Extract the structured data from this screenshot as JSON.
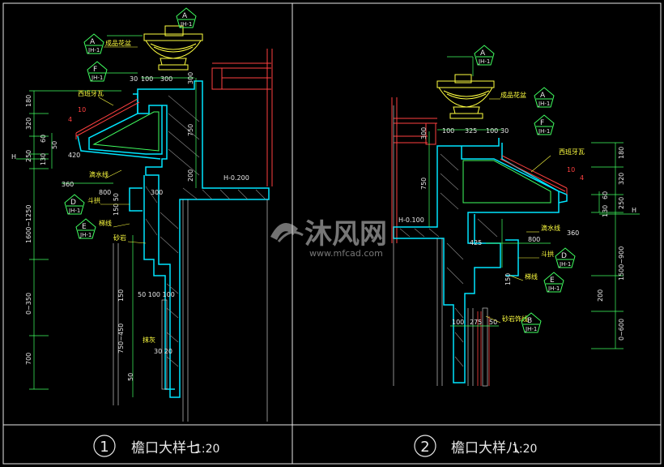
{
  "titles": {
    "left_number": "1",
    "left_title": "檐口大样七",
    "left_scale": "1:20",
    "right_number": "2",
    "right_title": "檐口大样八",
    "right_scale": "1:20"
  },
  "watermark": {
    "text": "沐风网",
    "url": "www.mfcad.com"
  },
  "detail_markers": {
    "A": {
      "letter": "A",
      "ref": "JH-1"
    },
    "B": {
      "letter": "B",
      "ref": "JH-1"
    },
    "D": {
      "letter": "D",
      "ref": "JH-1"
    },
    "E": {
      "letter": "E",
      "ref": "JH-1"
    },
    "F": {
      "letter": "F",
      "ref": "JH-1"
    }
  },
  "left_notes": {
    "flowerpot": "成品花盆",
    "tile": "西班牙瓦",
    "drip": "滴水线",
    "gutter": "斗拱",
    "corbel": "梯线",
    "cornice": "砂岩",
    "plaster": "抹灰",
    "level": "H-0.200",
    "h": "H"
  },
  "left_dims": {
    "d180": "180",
    "d320": "320",
    "d60": "60",
    "d250": "250",
    "d1305": "130",
    "d50": "50",
    "d420": "420",
    "d10": "10",
    "d4": "4",
    "d30": "30",
    "d100": "100",
    "d300a": "300",
    "d300b": "300",
    "d750": "750",
    "d200": "200",
    "d360": "360",
    "d800": "800",
    "d15050": "150 50",
    "d300c": "300",
    "d1600": "1600~1250",
    "d0350": "0~350",
    "d700": "700",
    "d750450": "750~450",
    "d3020": "30 20",
    "d150": "150",
    "d50b": "50",
    "d50100": "50 100 100"
  },
  "right_notes": {
    "flowerpot": "成品花盆",
    "tile": "西班牙瓦",
    "drip": "滴水线",
    "gutter": "斗拱",
    "corbel": "梯线",
    "cornice": "砂岩饰线",
    "level": "H-0.100",
    "h": "H"
  },
  "right_dims": {
    "d100": "100",
    "d325": "325",
    "d100b": "100",
    "d30": "30",
    "d300": "300",
    "d750": "750",
    "d180": "180",
    "d320": "320",
    "d10": "10",
    "d4": "4",
    "d250": "250",
    "d130": "130",
    "d60": "60",
    "d425": "425",
    "d800": "800",
    "d360": "360",
    "d1500": "1500~900",
    "d200": "200",
    "d0600": "0~600",
    "d150": "150",
    "d100c": "100",
    "d275": "275",
    "d50": "50"
  }
}
